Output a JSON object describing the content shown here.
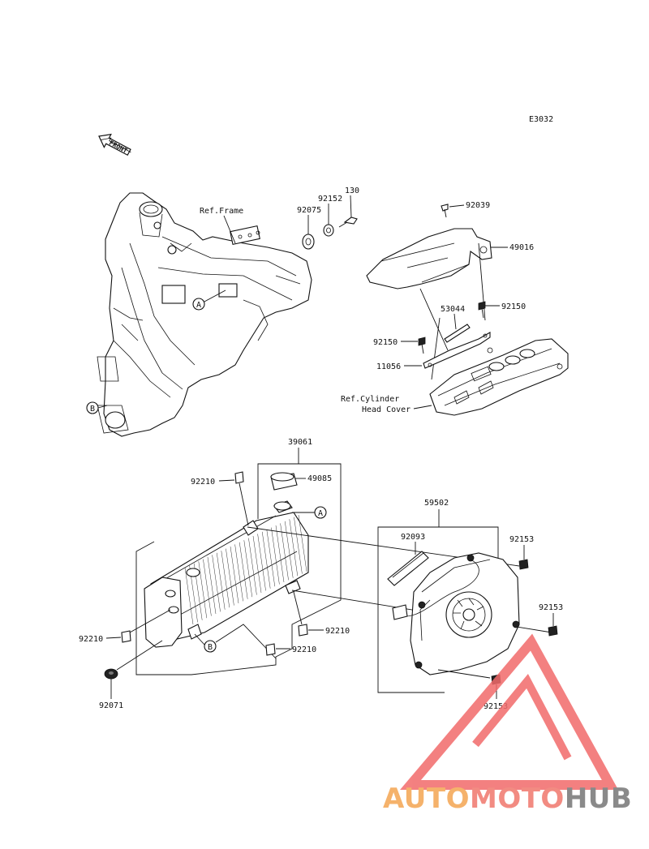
{
  "diagram_code": "E3032",
  "front_arrow": "FRONT",
  "refs": {
    "frame": "Ref.Frame",
    "cyl_head_1": "Ref.Cylinder",
    "cyl_head_2": "Head Cover"
  },
  "markers": {
    "a": "A",
    "b": "B"
  },
  "parts": {
    "p130": "130",
    "p92152": "92152",
    "p92075": "92075",
    "p92039": "92039",
    "p49016": "49016",
    "p53044": "53044",
    "p92150_r": "92150",
    "p92150_l": "92150",
    "p11056": "11056",
    "p39061": "39061",
    "p92210_top": "92210",
    "p49085": "49085",
    "p59502": "59502",
    "p92093": "92093",
    "p92153_top": "92153",
    "p92153_mid": "92153",
    "p92153_bot": "92153",
    "p92210_left": "92210",
    "p92210_mid": "92210",
    "p92210_low": "92210",
    "p92071": "92071"
  },
  "watermark": {
    "word_a": "AUTO",
    "word_b": "MOTO",
    "word_c": "HUB",
    "color_a": "#f5b26b",
    "color_b": "#f28b82",
    "color_c": "#8a8a8a",
    "logo_color": "#f26b6b"
  }
}
